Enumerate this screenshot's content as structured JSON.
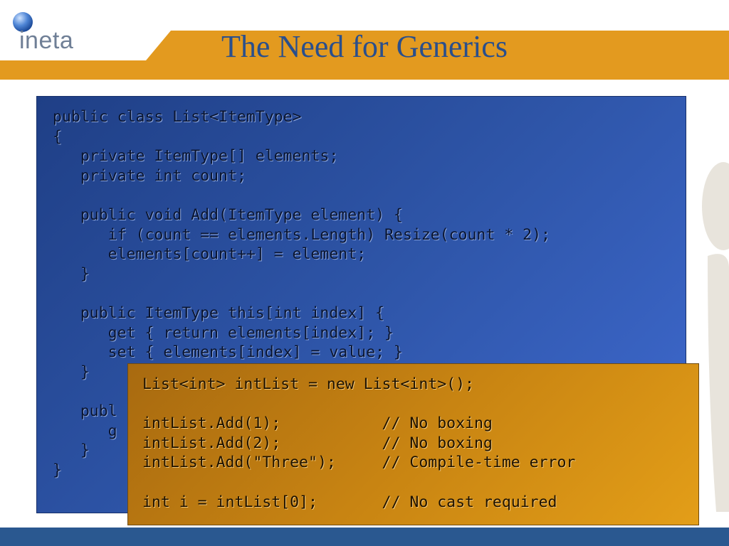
{
  "slide": {
    "title": "The Need for Generics",
    "logo_text": "ineta"
  },
  "colors": {
    "header_orange": "#E39A1F",
    "title_blue": "#2A4F8C",
    "code_panel_blue": "#2E55A8",
    "overlay_orange": "#C88412",
    "footer_blue": "#2A5890"
  },
  "code": {
    "lines": [
      "public class List<ItemType>",
      "{",
      "   private ItemType[] elements;",
      "   private int count;",
      "",
      "   public void Add(ItemType element) {",
      "      if (count == elements.Length) Resize(count * 2);",
      "      elements[count++] = element;",
      "   }",
      "",
      "   public ItemType this[int index] {",
      "      get { return elements[index]; }",
      "      set { elements[index] = value; }",
      "   }",
      "",
      "   publ",
      "      g",
      "   }",
      "}"
    ]
  },
  "overlay": {
    "lines": [
      "List<int> intList = new List<int>();",
      "",
      "intList.Add(1);           // No boxing",
      "intList.Add(2);           // No boxing",
      "intList.Add(\"Three\");     // Compile-time error",
      "",
      "int i = intList[0];       // No cast required"
    ]
  }
}
